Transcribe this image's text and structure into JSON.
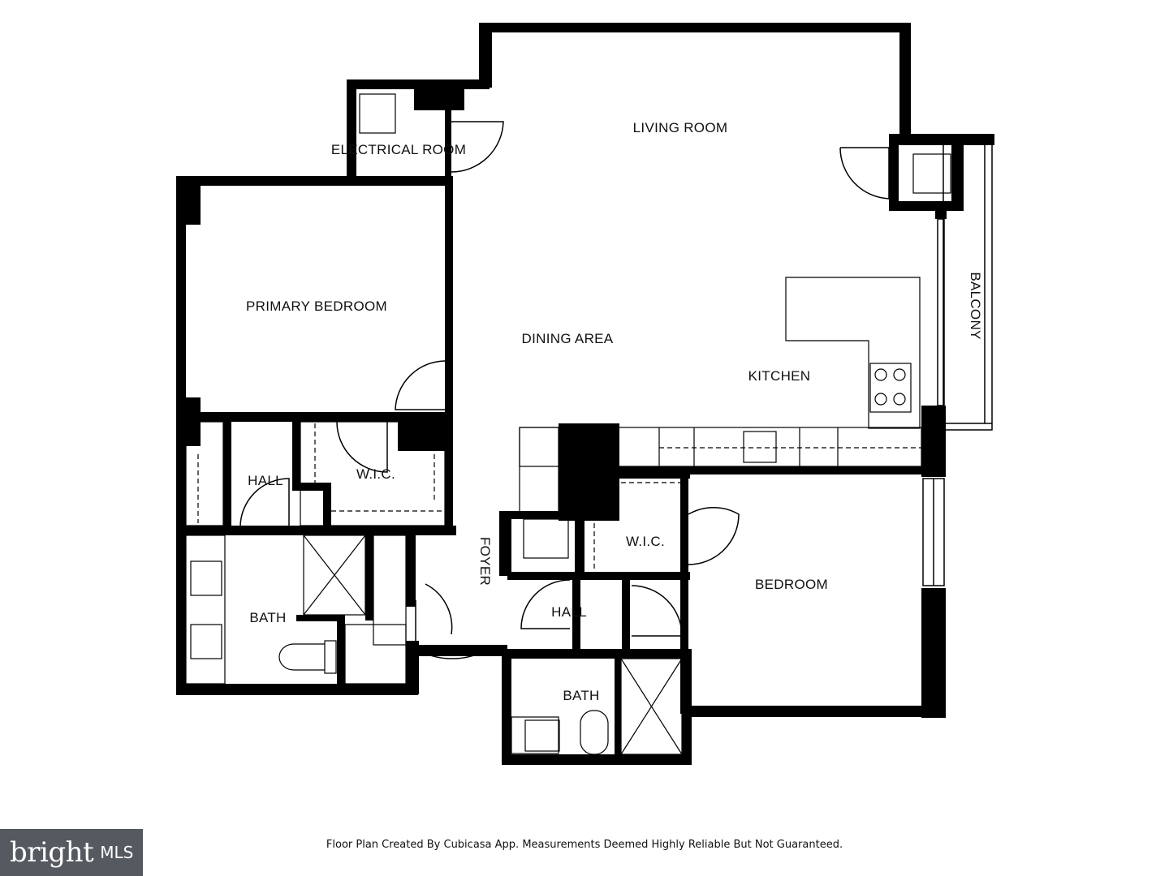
{
  "rooms": {
    "living_room": "LIVING ROOM",
    "electrical_room": "ELECTRICAL ROOM",
    "primary_bedroom": "PRIMARY BEDROOM",
    "dining_area": "DINING AREA",
    "kitchen": "KITCHEN",
    "balcony": "BALCONY",
    "hall_west": "HALL",
    "wic_west": "W.I.C.",
    "foyer": "FOYER",
    "wic_east": "W.I.C.",
    "bedroom": "BEDROOM",
    "bath_west": "BATH",
    "hall_center": "HALL",
    "bath_center": "BATH"
  },
  "footer": {
    "note": "Floor Plan Created By Cubicasa App. Measurements Deemed Highly Reliable But Not Guaranteed."
  },
  "logo": {
    "brand": "bright",
    "mls": "MLS"
  }
}
